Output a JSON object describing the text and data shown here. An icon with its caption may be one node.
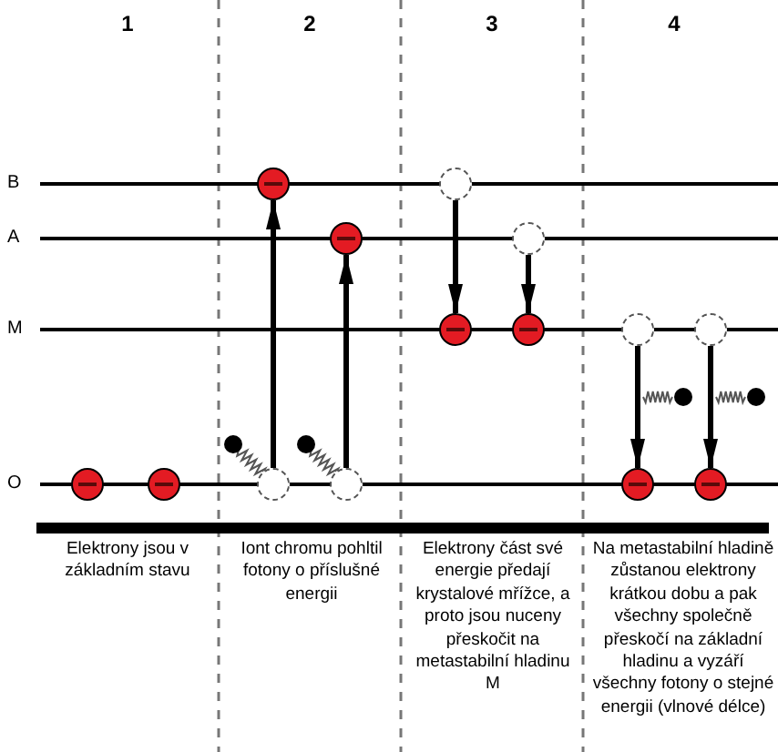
{
  "diagram": {
    "nodes": [
      {
        "text": [],
        "shape": "circle"
      },
      {
        "text": [],
        "shape": "circle"
      },
      {
        "text": [],
        "shape": "circle"
      },
      {
        "text": [],
        "shape": "circle"
      },
      {
        "text": [],
        "shape": "circle"
      },
      {
        "text": [],
        "shape": "circle"
      },
      {
        "text": [],
        "shape": "circle"
      },
      {
        "text": [],
        "shape": "circle"
      },
      {
        "text": [],
        "shape": "circle"
      },
      {
        "text": [],
        "shape": "circle"
      },
      {
        "text": [],
        "shape": "circle"
      },
      {
        "text": [],
        "shape": "circle"
      },
      {
        "text": [],
        "shape": "circle"
      },
      {
        "text": [],
        "shape": "circle"
      }
    ],
    "edges": [
      {
        "from": 3,
        "to": 2,
        "arrow": "to"
      },
      {
        "from": 5,
        "to": 4,
        "arrow": "to"
      },
      {
        "from": 6,
        "to": 7,
        "arrow": "to"
      },
      {
        "from": 8,
        "to": 9,
        "arrow": "to"
      },
      {
        "from": 10,
        "to": 11,
        "arrow": "to"
      },
      {
        "from": 12,
        "to": 13,
        "arrow": "to"
      }
    ],
    "labels": [
      "1",
      "2",
      "3",
      "4",
      "B",
      "A",
      "M",
      "O",
      "Elektrony jsou v základním stavu",
      "Iont chromu pohltil fotony o příslušné energii",
      "Elektrony část své energie předají krystalové mřížce, a proto jsou nuceny přeskočit na metastabilní hladinu M",
      "Na metastabilní hladině zůstanou elektrony krátkou dobu a pak všechny společně přeskočí na základní hladinu a vyzáří všechny fotony o stejné energii (vlnové délce)"
    ]
  }
}
